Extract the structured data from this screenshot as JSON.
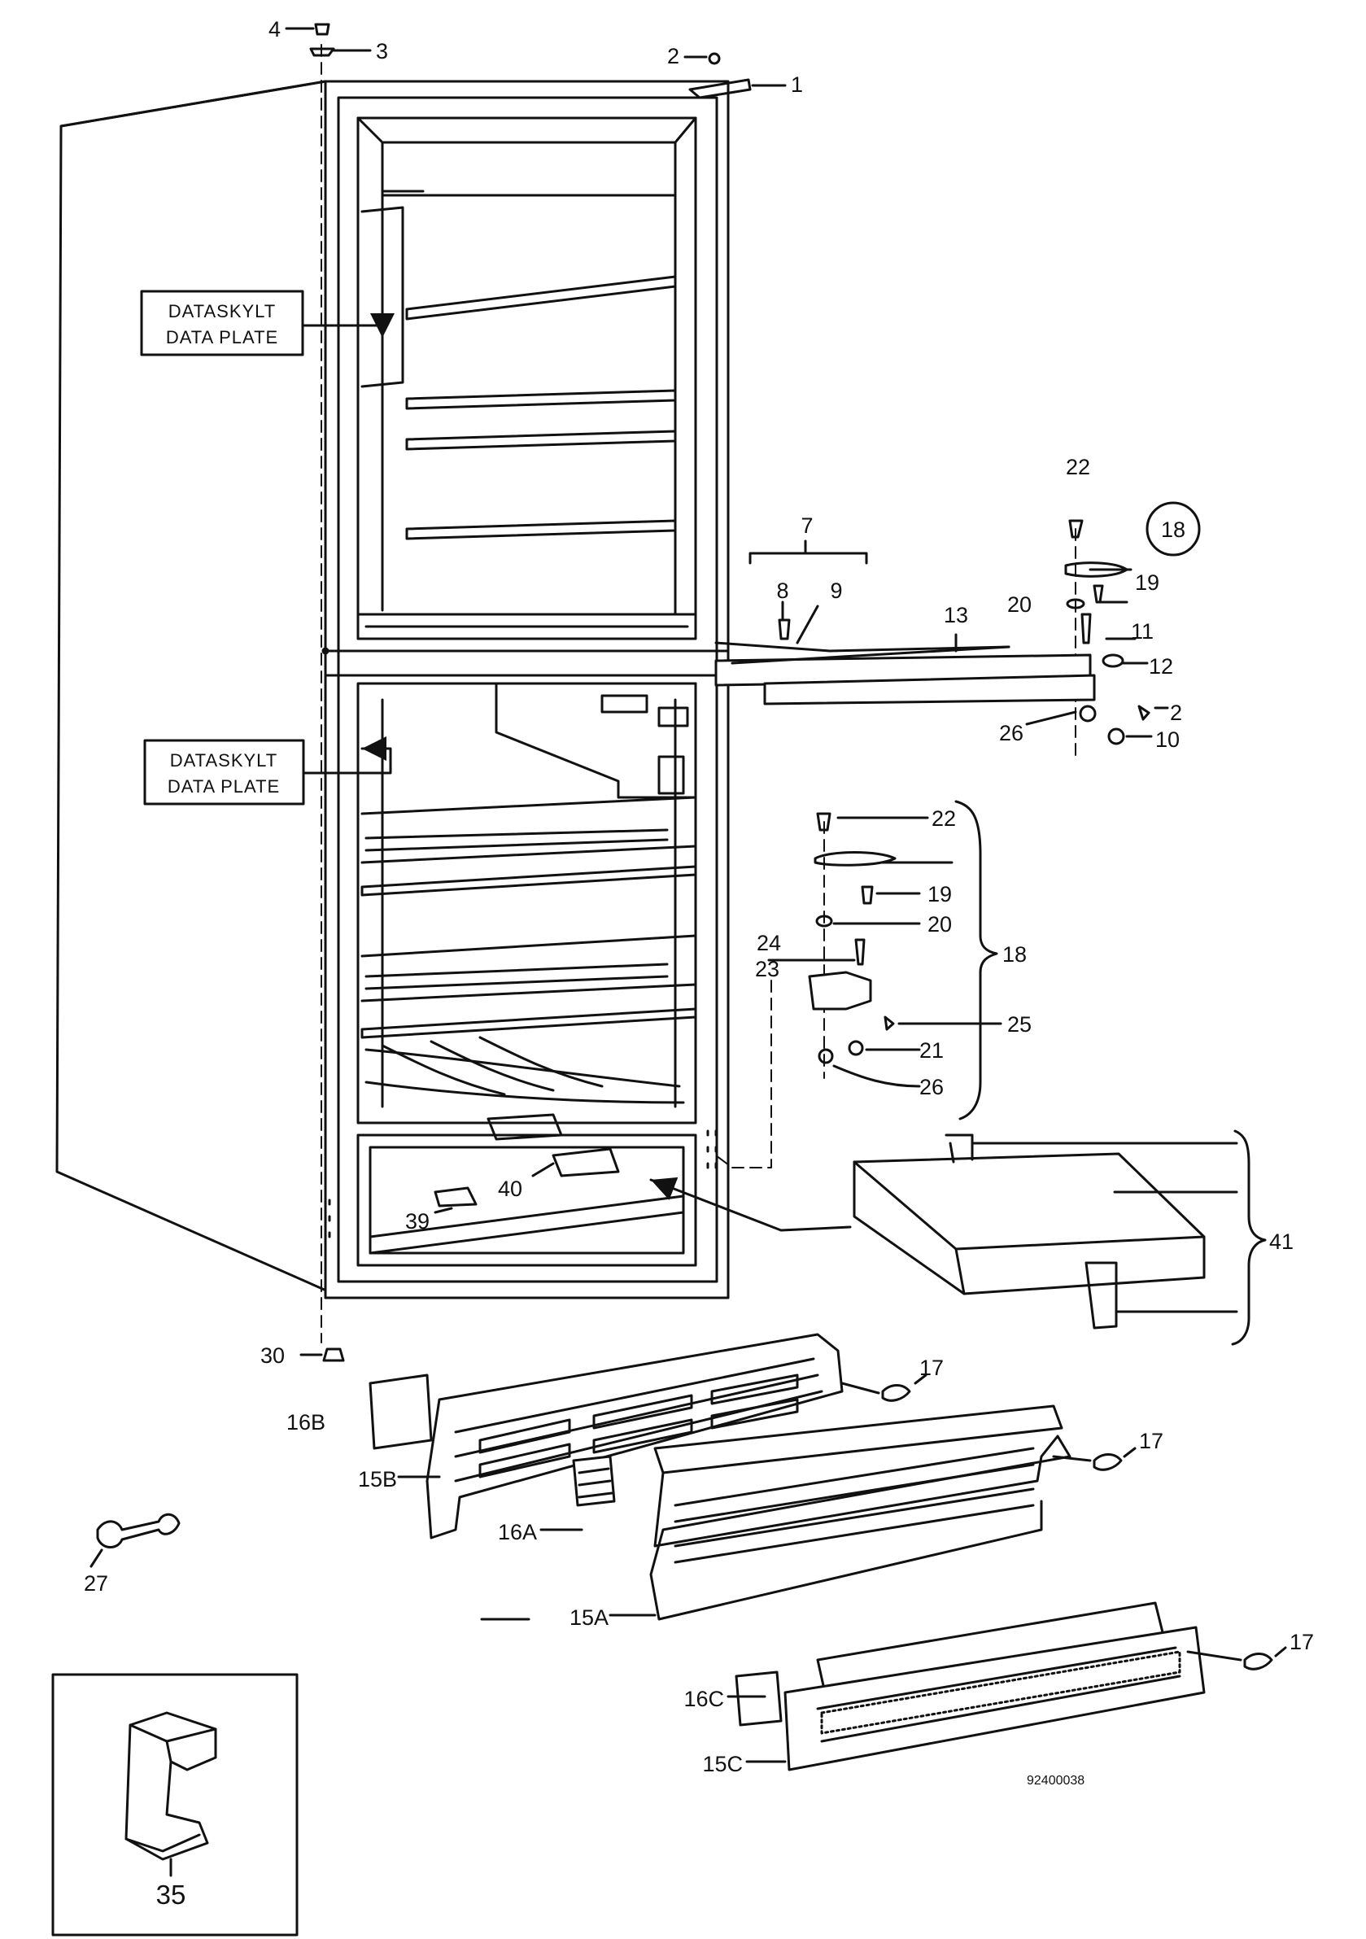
{
  "data_plate_upper": {
    "line1": "DATASKYLT",
    "line2": "DATA PLATE"
  },
  "data_plate_lower": {
    "line1": "DATASKYLT",
    "line2": "DATA PLATE"
  },
  "part_labels": {
    "p4": "4",
    "p3": "3",
    "p2_top": "2",
    "p1": "1",
    "p22_top": "22",
    "p18_circled": "18",
    "p7": "7",
    "p8": "8",
    "p9": "9",
    "p13": "13",
    "p20_top": "20",
    "p19_top": "19",
    "p11": "11",
    "p12": "12",
    "p2_mid": "2",
    "p26_top": "26",
    "p10": "10",
    "p22_mid": "22",
    "p19_mid": "19",
    "p20_mid": "20",
    "p18_bracket": "18",
    "p24": "24",
    "p23": "23",
    "p25": "25",
    "p21": "21",
    "p26_mid": "26",
    "p39": "39",
    "p40": "40",
    "p41": "41",
    "p30": "30",
    "p17_a": "17",
    "p16B": "16B",
    "p15B": "15B",
    "p17_b": "17",
    "p16A": "16A",
    "p15A": "15A",
    "p27": "27",
    "p17_c": "17",
    "p16C": "16C",
    "p15C": "15C",
    "p35": "35"
  },
  "drawing_number": "92400038"
}
